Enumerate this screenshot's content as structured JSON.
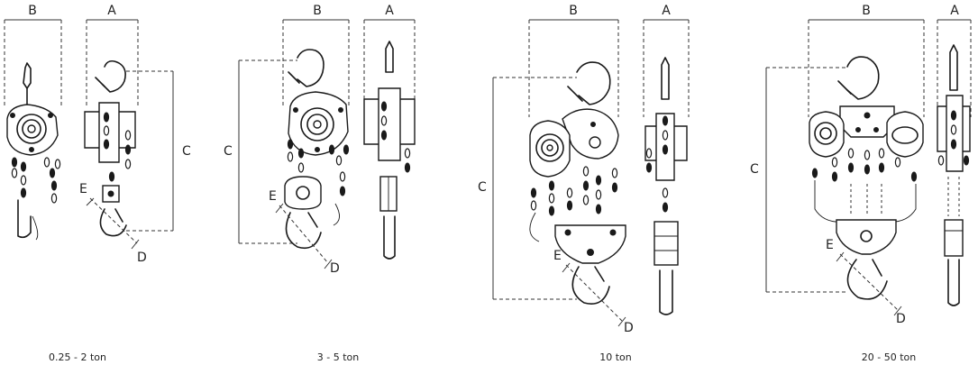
{
  "labels": {
    "A": "A",
    "B": "B",
    "C": "C",
    "D": "D",
    "E": "E"
  },
  "variants": [
    {
      "caption": "0.25 - 2 ton"
    },
    {
      "caption": "3 - 5 ton"
    },
    {
      "caption": "10 ton"
    },
    {
      "caption": "20 - 50 ton"
    }
  ]
}
